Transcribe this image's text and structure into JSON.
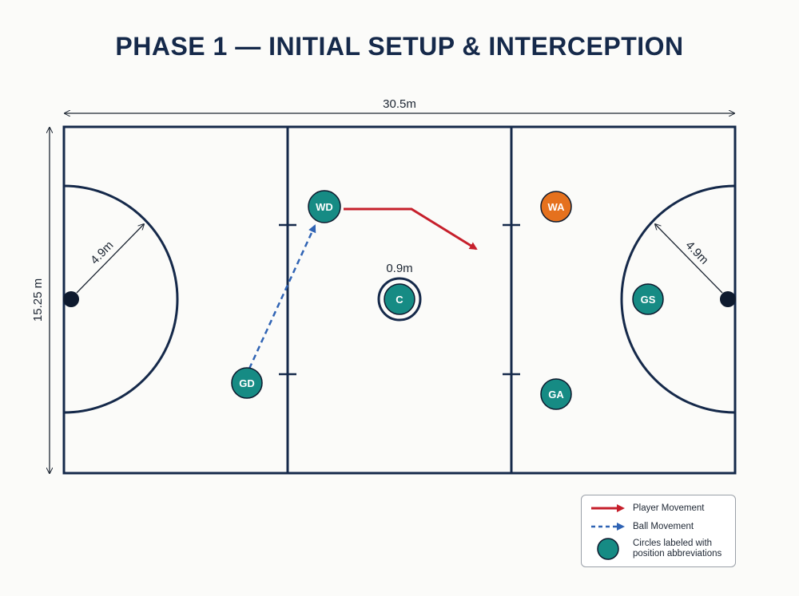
{
  "title": "PHASE 1 — INITIAL SETUP & INTERCEPTION",
  "dimensions": {
    "length": "30.5m",
    "width": "15.25 m",
    "shooting_circle_radius_left": "4.9m",
    "shooting_circle_radius_right": "4.9m",
    "centre_circle_diameter": "0.9m"
  },
  "players": [
    {
      "id": "gd",
      "label": "GD",
      "team": "teal"
    },
    {
      "id": "wd",
      "label": "WD",
      "team": "teal"
    },
    {
      "id": "c",
      "label": "C",
      "team": "teal"
    },
    {
      "id": "wa",
      "label": "WA",
      "team": "orange"
    },
    {
      "id": "gs",
      "label": "GS",
      "team": "teal"
    },
    {
      "id": "ga",
      "label": "GA",
      "team": "teal"
    }
  ],
  "movements": [
    {
      "type": "ball",
      "from": "GD",
      "to": "WD"
    },
    {
      "type": "player",
      "player": "WD"
    }
  ],
  "legend": {
    "player_movement": "Player Movement",
    "ball_movement": "Ball Movement",
    "circles_line1": "Circles labeled with",
    "circles_line2": "position abbreviations"
  },
  "colors": {
    "court_line": "#15294a",
    "teal_player": "#168b84",
    "orange_player": "#e5711e",
    "player_movement": "#c61f2b",
    "ball_movement": "#2f63b4"
  }
}
